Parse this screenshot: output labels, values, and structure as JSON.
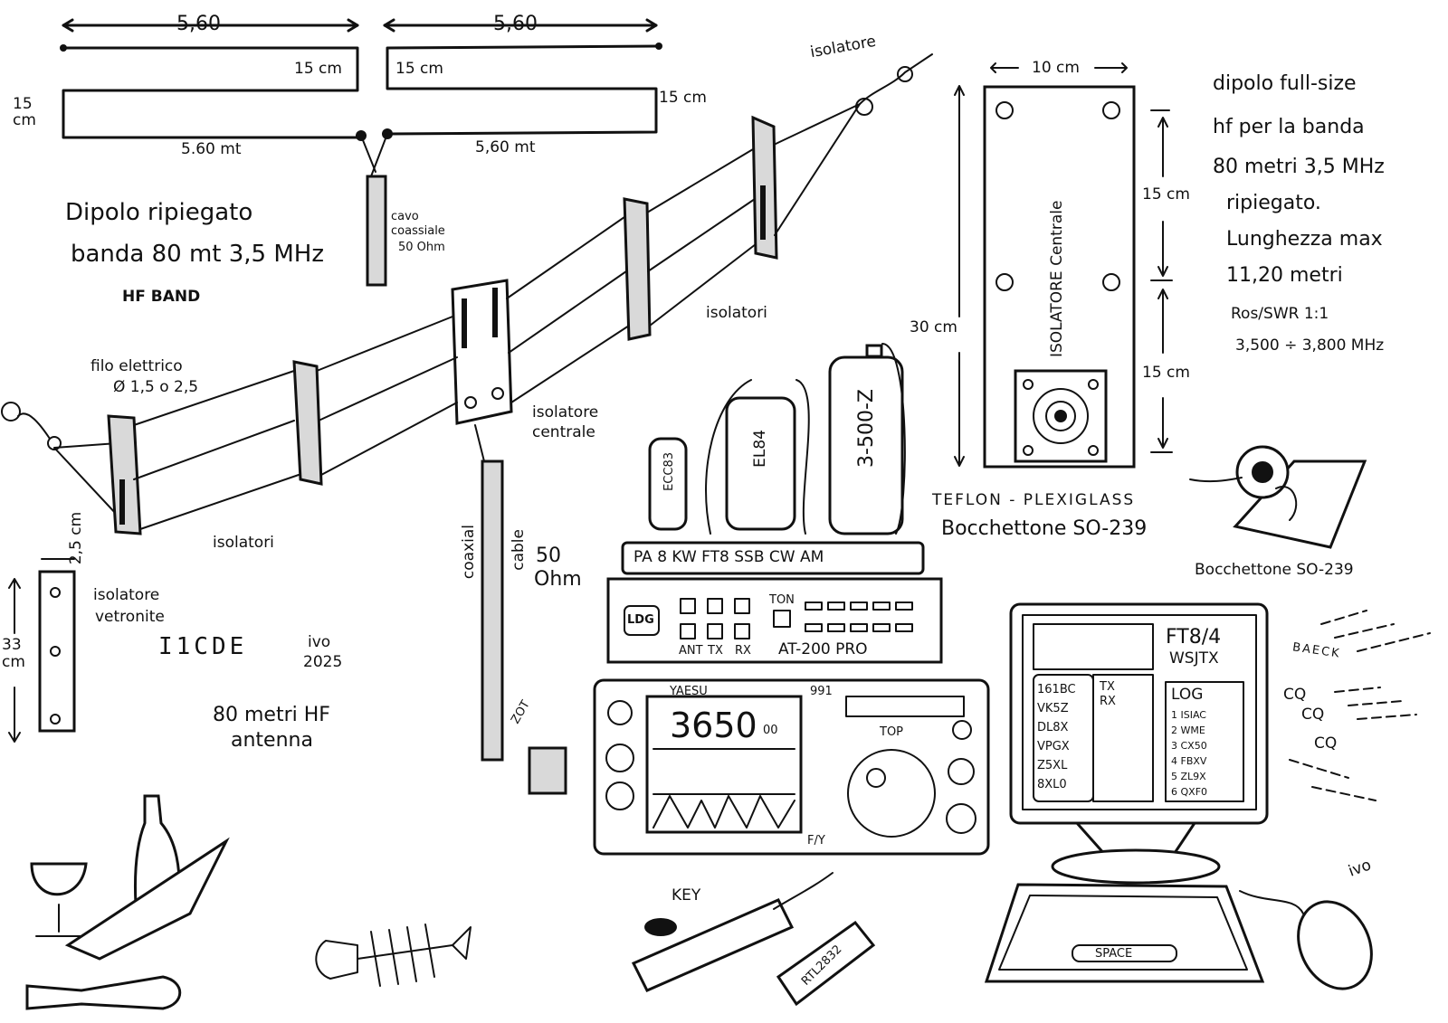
{
  "colors": {
    "ink": "#111111",
    "paper": "#ffffff",
    "shade": "#d9d9d9"
  },
  "top_dimensions": {
    "left_length": "5,60",
    "right_length": "5,60",
    "left_gap": "15 cm",
    "right_gap": "15 cm",
    "left_height": "15 cm",
    "right_height": "15 cm",
    "left_bottom_length": "5.60 mt",
    "right_bottom_length": "5,60 mt"
  },
  "title": {
    "line1": "Dipolo ripiegato",
    "line2": "banda 80 mt 3,5 MHz",
    "line3": "HF BAND"
  },
  "coax_top": {
    "line1": "cavo",
    "line2": "coassiale",
    "line3": "50 Ohm"
  },
  "labels": {
    "isolatore_top": "isolatore",
    "isolatori_right": "isolatori",
    "isolatori_left": "isolatori",
    "isolatore_centrale": "isolatore centrale",
    "filo_line1": "filo elettrico",
    "filo_line2": "Ø 1,5 o 2,5",
    "coax_cable_a": "coaxial",
    "coax_cable_b": "cable",
    "coax_ohm_line1": "50",
    "coax_ohm_line2": "Ohm",
    "zot": "ZOT"
  },
  "spacer": {
    "width": "2,5 cm",
    "height_line1": "33",
    "height_line2": "cm",
    "label_line1": "isolatore",
    "label_line2": "vetronite"
  },
  "signature": {
    "callsign_art": "I1CDE",
    "name": "ivo",
    "year": "2025",
    "subtitle_line1": "80 metri HF",
    "subtitle_line2": "antenna"
  },
  "center_insulator": {
    "width": "10 cm",
    "height": "30 cm",
    "upper_spacing": "15 cm",
    "lower_spacing": "15 cm",
    "inner_text": "ISOLATORE Centrale",
    "material": "TEFLON - PLEXIGLASS",
    "connector": "Bocchettone SO-239"
  },
  "connector_detail": {
    "label": "Bocchettone SO-239"
  },
  "description": {
    "line1": "dipolo full-size",
    "line2": "hf per la banda",
    "line3": "80 metri 3,5 MHz",
    "line4": "ripiegato.",
    "line5": "Lunghezza max",
    "line6": "11,20 metri",
    "line7": "Ros/SWR 1:1",
    "line8": "3,500 ÷ 3,800 MHz"
  },
  "amplifier": {
    "tubes": [
      "ECC83",
      "EL84",
      "3-500-Z"
    ],
    "front_label": "PA 8 KW  FT8  SSB  CW  AM"
  },
  "tuner": {
    "brand": "LDG",
    "button_labels": [
      "ANT",
      "TX",
      "RX"
    ],
    "tune_label": "TON",
    "model": "AT-200 PRO"
  },
  "radio": {
    "brand": "YAESU",
    "model": "991",
    "frequency": "3650",
    "frequency_suffix": "00",
    "top_label": "TOP",
    "fn_label": "F/Y"
  },
  "monitor": {
    "app_title_line1": "FT8/4",
    "app_title_line2": "WSJTX",
    "callsigns": [
      "161BC",
      "VK5Z",
      "DL8X",
      "VPGX",
      "Z5XL",
      "8XL0"
    ],
    "txrx": [
      "TX",
      "RX"
    ],
    "log_title": "LOG",
    "log_entries": [
      "1 ISIAC",
      "2 WME",
      "3 CX50",
      "4 FBXV",
      "5 ZL9X",
      "6 QXF0"
    ]
  },
  "cq": {
    "back": "BAECK",
    "calls": [
      "CQ",
      "CQ",
      "CQ"
    ]
  },
  "desk": {
    "key_label": "KEY",
    "sdr_label": "RTL2832",
    "space_label": "SPACE",
    "artist": "ivo"
  }
}
